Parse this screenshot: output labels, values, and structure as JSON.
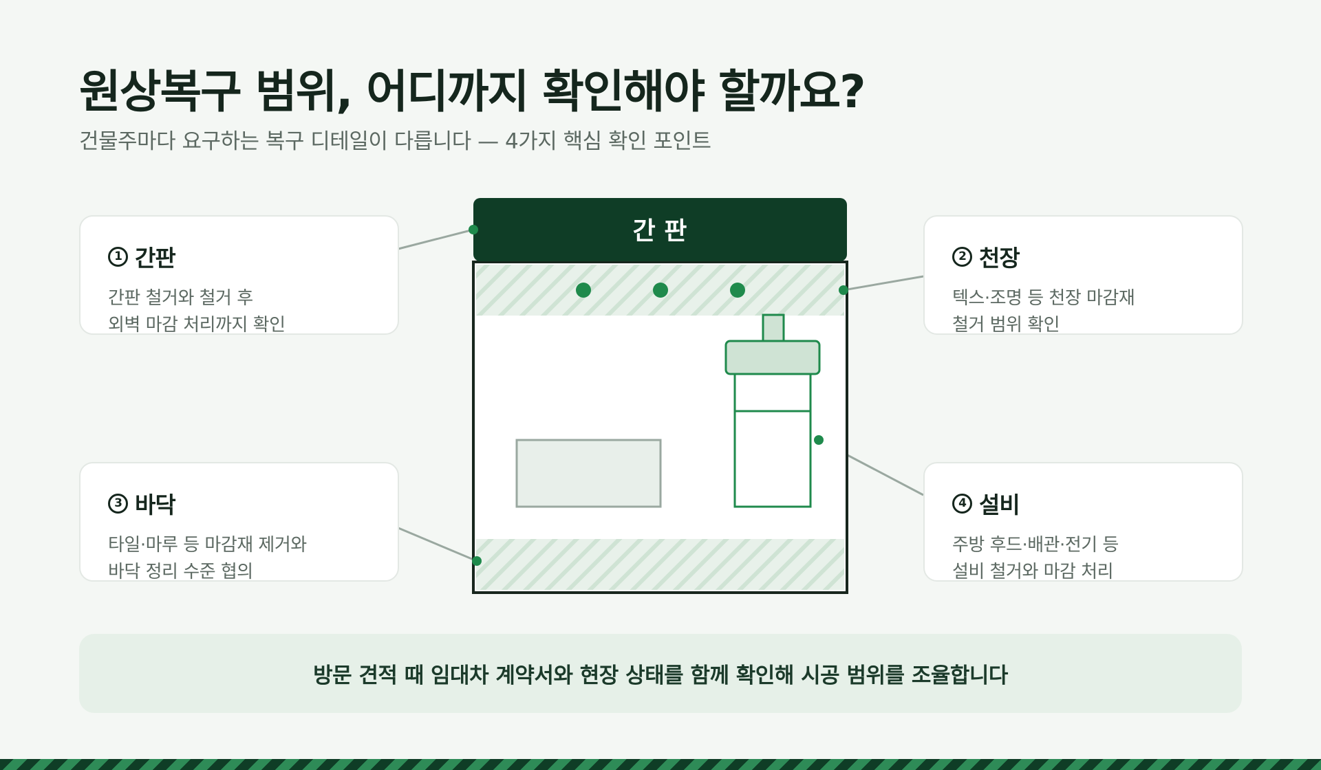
{
  "header": {
    "title": "원상복구 범위, 어디까지 확인해야 할까요?",
    "subtitle": "건물주마다 요구하는 복구 디테일이 다릅니다 — 4가지 핵심 확인 포인트"
  },
  "diagram": {
    "sign_label": "간 판"
  },
  "cards": [
    {
      "number": "1",
      "title": "간판",
      "desc_line1": "간판 철거와 철거 후",
      "desc_line2": "외벽 마감 처리까지 확인"
    },
    {
      "number": "2",
      "title": "천장",
      "desc_line1": "텍스·조명 등 천장 마감재",
      "desc_line2": "철거 범위 확인"
    },
    {
      "number": "3",
      "title": "바닥",
      "desc_line1": "타일·마루 등 마감재 제거와",
      "desc_line2": "바닥 정리 수준 협의"
    },
    {
      "number": "4",
      "title": "설비",
      "desc_line1": "주방 후드·배관·전기 등",
      "desc_line2": "설비 철거와 마감 처리"
    }
  ],
  "banner": {
    "text": "방문 견적 때 임대차 계약서와 현장 상태를 함께 확인해 시공 범위를 조율합니다"
  },
  "colors": {
    "dark_green": "#0f3d26",
    "accent_green": "#1f8a4c",
    "hatch": "#cfe3d4",
    "connector": "#9aa8a0"
  }
}
